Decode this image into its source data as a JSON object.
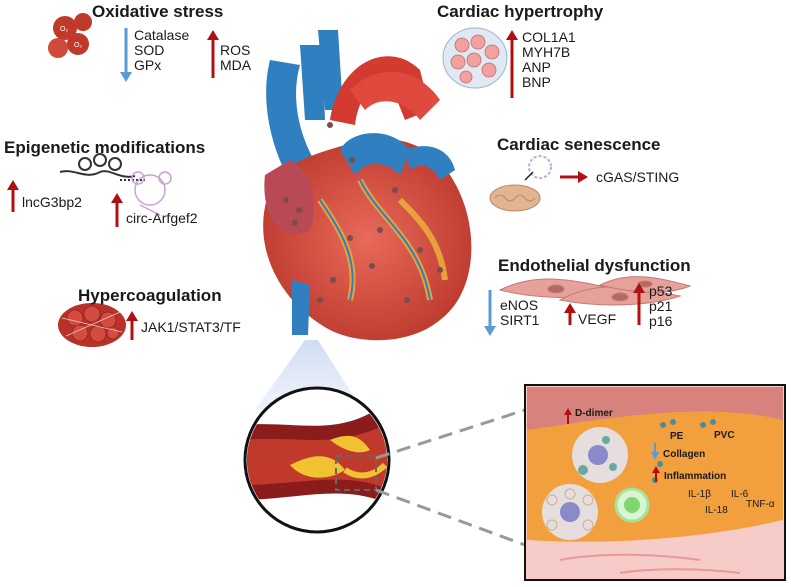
{
  "oxidative": {
    "title": "Oxidative stress",
    "down": [
      "Catalase",
      "SOD",
      "GPx"
    ],
    "up": [
      "ROS",
      "MDA"
    ]
  },
  "hypertrophy": {
    "title": "Cardiac hypertrophy",
    "up": [
      "COL1A1",
      "MYH7B",
      "ANP",
      "BNP"
    ]
  },
  "epigenetic": {
    "title": "Epigenetic modifications",
    "lnc": "lncG3bp2",
    "circ": "circ-Arfgef2"
  },
  "senescence": {
    "title": "Cardiac senescence",
    "marker": "cGAS/STING"
  },
  "endothelial": {
    "title": "Endothelial dysfunction",
    "down": [
      "eNOS",
      "SIRT1"
    ],
    "vegf": "VEGF",
    "up": [
      "p53",
      "p21",
      "p16"
    ]
  },
  "hypercoag": {
    "title": "Hypercoagulation",
    "marker": "JAK1/STAT3/TF"
  },
  "inset": {
    "ddimer": "D-dimer",
    "pe": "PE",
    "pvc": "PVC",
    "collagen": "Collagen",
    "inflammation": "Inflammation",
    "il1b": "IL-1β",
    "il6": "IL-6",
    "il18": "IL-18",
    "tnfa": "TNF-α"
  },
  "colors": {
    "up_arrow": "#b01010",
    "down_arrow": "#5b9bd5",
    "artery_red": "#c0392b",
    "vein_blue": "#2f7fc1",
    "plaque": "#e8a13a"
  }
}
